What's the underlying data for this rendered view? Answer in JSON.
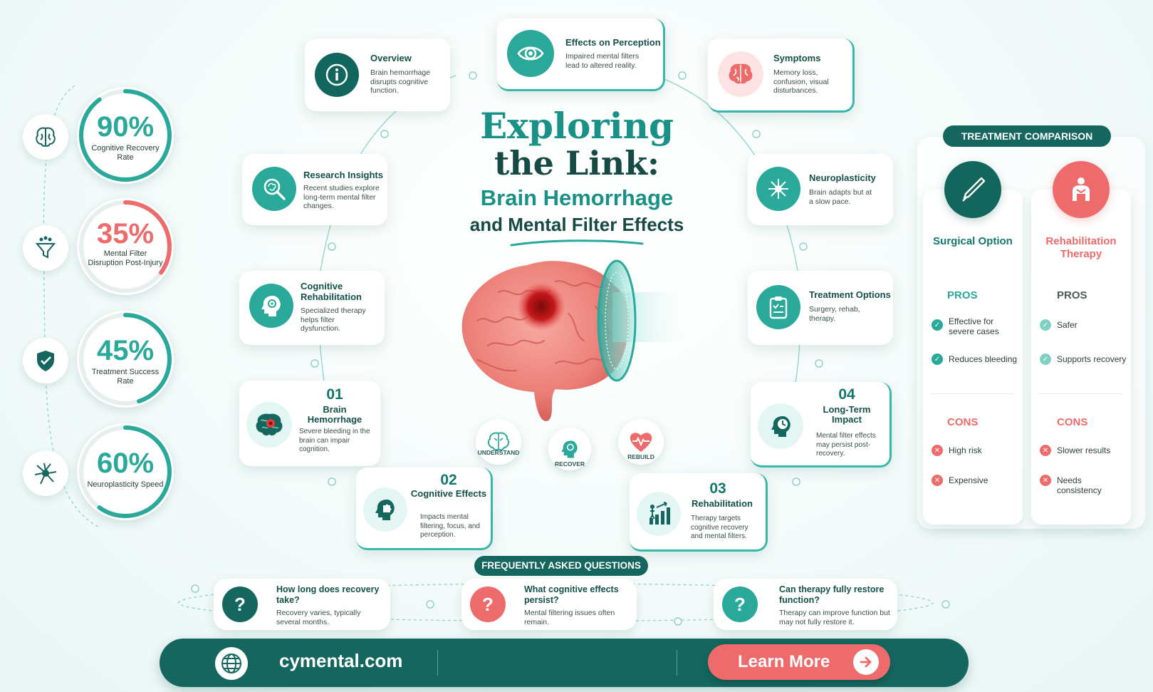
{
  "title": {
    "line1": "Exploring",
    "line2": "the Link:",
    "line3": "Brain Hemorrhage",
    "line4": "and Mental Filter Effects"
  },
  "stats": [
    {
      "value": "90%",
      "label": "Cognitive Recovery Rate",
      "percent": 0.9,
      "color": "#2aa99a",
      "icon": "brain-icon"
    },
    {
      "value": "35%",
      "label": "Mental Filter Disruption Post-Injury",
      "percent": 0.35,
      "color": "#ee6b6b",
      "icon": "funnel-icon"
    },
    {
      "value": "45%",
      "label": "Treatment Success Rate",
      "percent": 0.45,
      "color": "#2aa99a",
      "icon": "shield-check-icon"
    },
    {
      "value": "60%",
      "label": "Neuroplasticity Speed",
      "percent": 0.6,
      "color": "#2aa99a",
      "icon": "neuron-icon"
    }
  ],
  "cards": {
    "overview": {
      "title": "Overview",
      "text": "Brain hemorrhage disrupts cognitive function.",
      "icon": "info-icon"
    },
    "perception": {
      "title": "Effects on Perception",
      "text": "Impaired mental filters lead to altered reality.",
      "icon": "eye-icon"
    },
    "symptoms": {
      "title": "Symptoms",
      "text": "Memory loss, confusion, visual disturbances.",
      "icon": "brain-icon"
    },
    "research": {
      "title": "Research Insights",
      "text": "Recent studies explore long-term mental filter changes.",
      "icon": "magnifier-brain-icon"
    },
    "neuroplasticity": {
      "title": "Neuroplasticity",
      "text": "Brain adapts but at a slow pace.",
      "icon": "neuron-icon"
    },
    "cognitive_rehab": {
      "title": "Cognitive Rehabilitation",
      "text": "Specialized therapy helps filter dysfunction.",
      "icon": "head-brain-icon"
    },
    "treatment_options": {
      "title": "Treatment Options",
      "text": "Surgery, rehab, therapy.",
      "icon": "clipboard-icon"
    }
  },
  "steps": [
    {
      "num": "01",
      "title": "Brain Hemorrhage",
      "text": "Severe bleeding in the brain can impair cognition.",
      "icon": "brain-hemorrhage-icon"
    },
    {
      "num": "02",
      "title": "Cognitive Effects",
      "text": "Impacts mental filtering, focus, and perception.",
      "icon": "head-puzzle-icon"
    },
    {
      "num": "03",
      "title": "Rehabilitation",
      "text": "Therapy targets cognitive recovery and mental filters.",
      "icon": "growth-chart-icon"
    },
    {
      "num": "04",
      "title": "Long-Term Impact",
      "text": "Mental filter effects may persist post-recovery.",
      "icon": "head-clock-icon"
    }
  ],
  "cycle": [
    {
      "label": "UNDERSTAND",
      "icon": "brain-icon"
    },
    {
      "label": "RECOVER",
      "icon": "head-brain-icon"
    },
    {
      "label": "REBUILD",
      "icon": "heart-pulse-icon"
    }
  ],
  "treatment": {
    "header": "TREATMENT COMPARISON",
    "columns": [
      {
        "title": "Surgical Option",
        "icon": "scalpel-icon",
        "color": "#14665e",
        "pros_label": "PROS",
        "pros": [
          "Effective for severe cases",
          "Reduces bleeding"
        ],
        "cons_label": "CONS",
        "cons": [
          "High risk",
          "Expensive"
        ]
      },
      {
        "title": "Rehabilitation Therapy",
        "icon": "person-icon",
        "color": "#ee6b6b",
        "pros_label": "PROS",
        "pros": [
          "Safer",
          "Supports recovery"
        ],
        "cons_label": "CONS",
        "cons": [
          "Slower results",
          "Needs consistency"
        ]
      }
    ]
  },
  "faq": {
    "header": "FREQUENTLY ASKED QUESTIONS",
    "items": [
      {
        "q": "How long does recovery take?",
        "a": "Recovery varies, typically several months.",
        "color": "#14665e"
      },
      {
        "q": "What cognitive effects persist?",
        "a": "Mental filtering issues often remain.",
        "color": "#ee6b6b"
      },
      {
        "q": "Can therapy fully restore function?",
        "a": "Therapy can improve function but may not fully restore it.",
        "color": "#2aa99a"
      }
    ]
  },
  "footer": {
    "website": "cymental.com",
    "cta": "Learn More",
    "icon": "globe-icon",
    "cta_icon": "arrow-right-icon"
  }
}
